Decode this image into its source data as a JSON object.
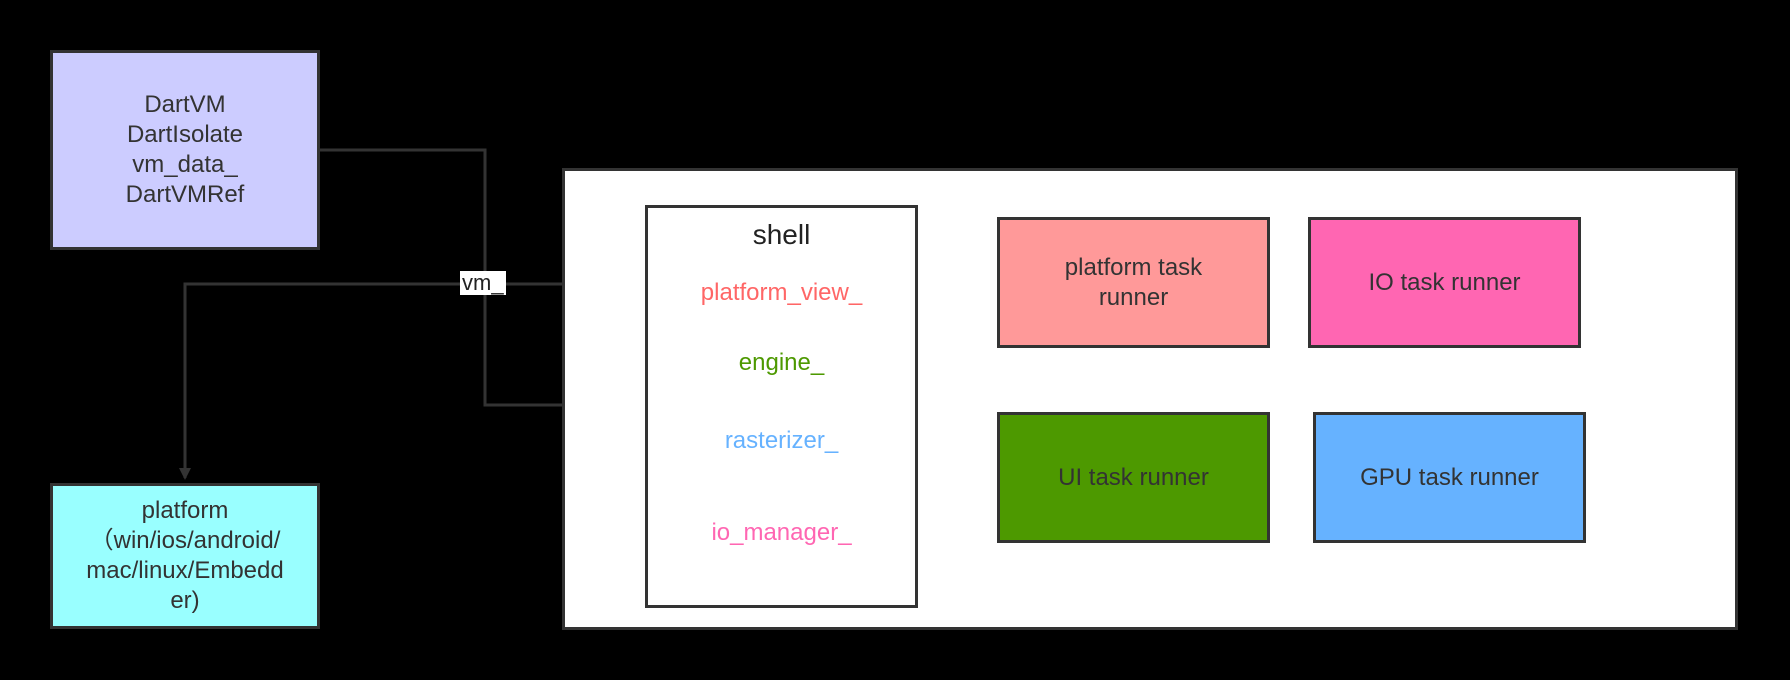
{
  "nodes": {
    "dartvm": {
      "lines": [
        "DartVM",
        "DartIsolate",
        "vm_data_",
        "DartVMRef"
      ],
      "fill": "#ccccff"
    },
    "platform": {
      "lines": [
        "platform",
        "（win/ios/android/",
        "mac/linux/Embedd",
        "er)"
      ],
      "fill": "#99ffff"
    },
    "container": {
      "fill": "#ffffff"
    },
    "shell": {
      "title": "shell",
      "fields": [
        {
          "label": "platform_view_",
          "color": "#ff6666"
        },
        {
          "label": "engine_",
          "color": "#4d9900"
        },
        {
          "label": "rasterizer_",
          "color": "#66b2ff"
        },
        {
          "label": "io_manager_",
          "color": "#ff66b2"
        }
      ]
    },
    "runners": {
      "platform": {
        "lines": [
          "platform task",
          "runner"
        ],
        "fill": "#ff9999"
      },
      "io": {
        "label": "IO task runner",
        "fill": "#ff66b2"
      },
      "ui": {
        "label": "UI task runner",
        "fill": "#4d9900"
      },
      "gpu": {
        "label": "GPU task runner",
        "fill": "#66b2ff"
      }
    }
  },
  "edges": {
    "vm_label": "vm_",
    "color": "#333333"
  }
}
